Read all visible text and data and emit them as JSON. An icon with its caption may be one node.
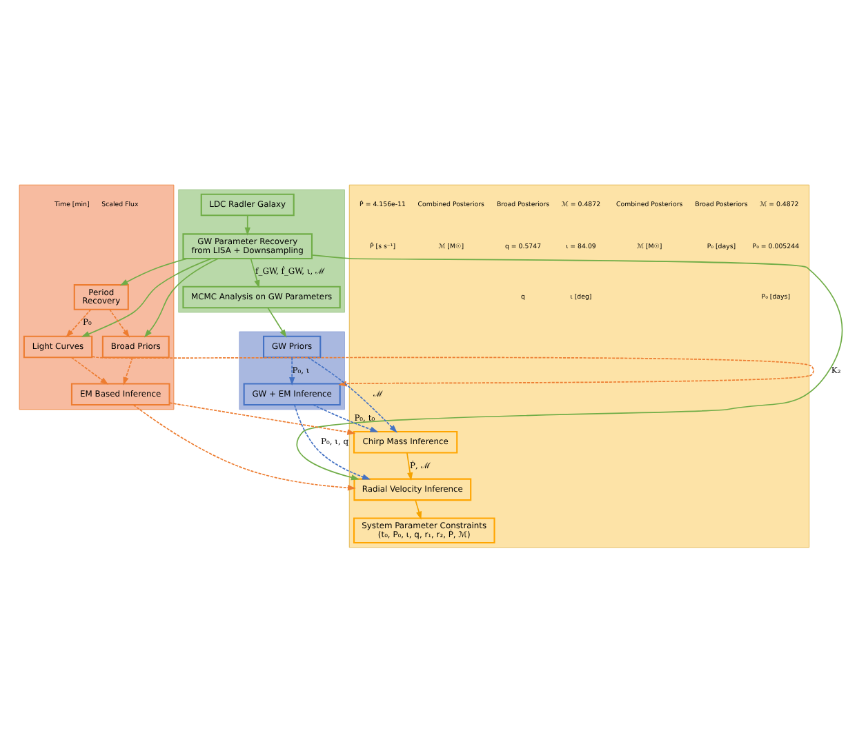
{
  "diagram": {
    "nodes": [
      {
        "text": [],
        "shape": "box"
      },
      {
        "text": [
          "LDC Radler Galaxy"
        ],
        "in": 0
      },
      {
        "text": [
          "GW Parameter Recovery from LISA + Downsampling"
        ],
        "in": 0
      },
      {
        "text": [
          "MCMC Analysis on GW Parameters"
        ],
        "in": 0
      },
      {
        "text": [],
        "shape": "box"
      },
      {
        "text": [
          "Period Recovery"
        ],
        "in": 4
      },
      {
        "text": [
          "Light Curves"
        ],
        "in": 4
      },
      {
        "text": [
          "Broad Priors"
        ],
        "in": 4
      },
      {
        "text": [
          "EM Based Inference"
        ],
        "in": 4
      },
      {
        "text": [],
        "shape": "box"
      },
      {
        "text": [
          "GW Priors"
        ],
        "in": 9
      },
      {
        "text": [
          "GW + EM Inference"
        ],
        "in": 9
      },
      {
        "text": [],
        "shape": "box"
      },
      {
        "text": [
          "Chirp Mass Inference"
        ],
        "in": 12
      },
      {
        "text": [
          "Radial Velocity Inference"
        ],
        "in": 12
      },
      {
        "text": [
          "System Parameter Constraints",
          "(t₀, P₀, ι, q, r₁, r₂, Ṗ, ℳ)"
        ],
        "in": 12
      }
    ],
    "edges": [
      {
        "from": 1,
        "to": 2,
        "arrow": "to",
        "color": "#70ad47"
      },
      {
        "from": 2,
        "to": 3,
        "arrow": "to",
        "label": "f_GW, ḟ_GW, ι, ℳ",
        "color": "#70ad47"
      },
      {
        "from": 3,
        "to": 10,
        "arrow": "to",
        "color": "#70ad47"
      },
      {
        "from": 2,
        "to": 6,
        "arrow": "to",
        "color": "#70ad47"
      },
      {
        "from": 2,
        "to": 5,
        "arrow": "to",
        "color": "#70ad47"
      },
      {
        "from": 2,
        "to": 7,
        "arrow": "to",
        "color": "#70ad47"
      },
      {
        "from": 2,
        "to": 14,
        "arrow": "to",
        "label": "K₂",
        "color": "#70ad47"
      },
      {
        "from": 5,
        "to": 6,
        "arrow": "to",
        "style": "dashed",
        "label": "P₀",
        "color": "#ed7d31"
      },
      {
        "from": 5,
        "to": 7,
        "arrow": "to",
        "style": "dashed",
        "color": "#ed7d31"
      },
      {
        "from": 6,
        "to": 11,
        "arrow": "to",
        "style": "dashed",
        "color": "#ed7d31"
      },
      {
        "from": 6,
        "to": 8,
        "arrow": "to",
        "style": "dashed",
        "color": "#ed7d31"
      },
      {
        "from": 7,
        "to": 8,
        "arrow": "to",
        "style": "dashed",
        "color": "#ed7d31"
      },
      {
        "from": 10,
        "to": 11,
        "arrow": "to",
        "style": "dashed",
        "label": "P₀, ι",
        "color": "#4472c4"
      },
      {
        "from": 10,
        "to": 13,
        "arrow": "to",
        "style": "dashed",
        "label": "ℳ",
        "color": "#4472c4"
      },
      {
        "from": 11,
        "to": 13,
        "arrow": "to",
        "style": "dashed",
        "label": "P₀, t₀",
        "color": "#4472c4"
      },
      {
        "from": 11,
        "to": 14,
        "arrow": "to",
        "style": "dashed",
        "label": "P₀, ι, q",
        "color": "#4472c4"
      },
      {
        "from": 8,
        "to": 13,
        "arrow": "to",
        "style": "dashed",
        "color": "#ed7d31"
      },
      {
        "from": 8,
        "to": 14,
        "arrow": "to",
        "style": "dashed",
        "color": "#ed7d31"
      },
      {
        "from": 13,
        "to": 14,
        "arrow": "to",
        "label": "Ṗ, ℳ",
        "color": "#f5a300"
      },
      {
        "from": 14,
        "to": 15,
        "arrow": "to",
        "color": "#f5a300"
      }
    ],
    "labels": [
      "Scaled Flux",
      "Time [min]",
      "ℳ = 0.4872",
      "Broad Posteriors",
      "Combined Posteriors",
      "P₀ = 0.005244",
      "P₀ [days]",
      "ℳ [M☉]",
      "P₀ [days]",
      "ℳ = 0.4872",
      "Broad Posteriors",
      "Combined Posteriors",
      "Ṗ = 4.156e-11",
      "ι = 84.09",
      "q = 0.5747",
      "ℳ [M☉]",
      "Ṗ [s s⁻¹]",
      "ι [deg]",
      "q"
    ]
  }
}
